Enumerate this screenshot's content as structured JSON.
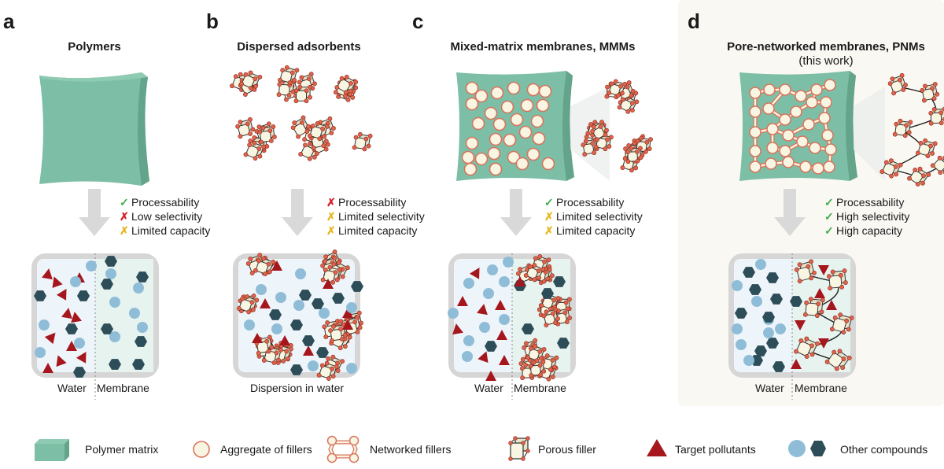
{
  "colors": {
    "polymer": "#7dbfa6",
    "polymer_side": "#63a48b",
    "filler_fill": "#f8f6e2",
    "filler_edge": "#d9735c",
    "node": "#e0624b",
    "pollutant": "#a5161d",
    "circle_compound": "#8fbdd8",
    "hex_compound": "#2d4d58",
    "frame": "#d6d6d6",
    "water_bg": "#eef5fa",
    "membrane_bg": "#e6f3ef",
    "arrow": "#d9d9d9",
    "check": "#3fae49",
    "cross": "#d62027",
    "partial": "#e6b820",
    "highlight_bg": "#faf8f3"
  },
  "panels": [
    {
      "letter": "a",
      "title": "Polymers",
      "subtitle": "",
      "properties": [
        {
          "status": "check",
          "symbol": "✓",
          "label": "Processability"
        },
        {
          "status": "cross",
          "symbol": "✗",
          "label": "Low selectivity"
        },
        {
          "status": "partial",
          "symbol": "✗",
          "label": "Limited capacity"
        }
      ],
      "captions": {
        "left": "Water",
        "right": "Membrane"
      }
    },
    {
      "letter": "b",
      "title": "Dispersed adsorbents",
      "subtitle": "",
      "properties": [
        {
          "status": "cross",
          "symbol": "✗",
          "label": "Processability"
        },
        {
          "status": "partial",
          "symbol": "✗",
          "label": "Limited selectivity"
        },
        {
          "status": "partial",
          "symbol": "✗",
          "label": "Limited capacity"
        }
      ],
      "captions": {
        "center": "Dispersion in water"
      }
    },
    {
      "letter": "c",
      "title": "Mixed-matrix membranes, MMMs",
      "subtitle": "",
      "properties": [
        {
          "status": "check",
          "symbol": "✓",
          "label": "Processability"
        },
        {
          "status": "partial",
          "symbol": "✗",
          "label": "Limited selectivity"
        },
        {
          "status": "partial",
          "symbol": "✗",
          "label": "Limited capacity"
        }
      ],
      "captions": {
        "left": "Water",
        "right": "Membrane"
      }
    },
    {
      "letter": "d",
      "title": "Pore-networked membranes, PNMs",
      "subtitle": "(this work)",
      "properties": [
        {
          "status": "check",
          "symbol": "✓",
          "label": "Processability"
        },
        {
          "status": "check",
          "symbol": "✓",
          "label": "High selectivity"
        },
        {
          "status": "check",
          "symbol": "✓",
          "label": "High capacity"
        }
      ],
      "captions": {
        "left": "Water",
        "right": "Membrane"
      }
    }
  ],
  "legend": [
    {
      "icon": "polymer-matrix-icon",
      "label": "Polymer matrix"
    },
    {
      "icon": "filler-aggregate-icon",
      "label": "Aggregate of fillers"
    },
    {
      "icon": "networked-fillers-icon",
      "label": "Networked fillers"
    },
    {
      "icon": "porous-filler-icon",
      "label": "Porous filler"
    },
    {
      "icon": "pollutant-triangle-icon",
      "label": "Target pollutants"
    },
    {
      "icon": "other-compounds-icon",
      "label": "Other compounds"
    }
  ]
}
